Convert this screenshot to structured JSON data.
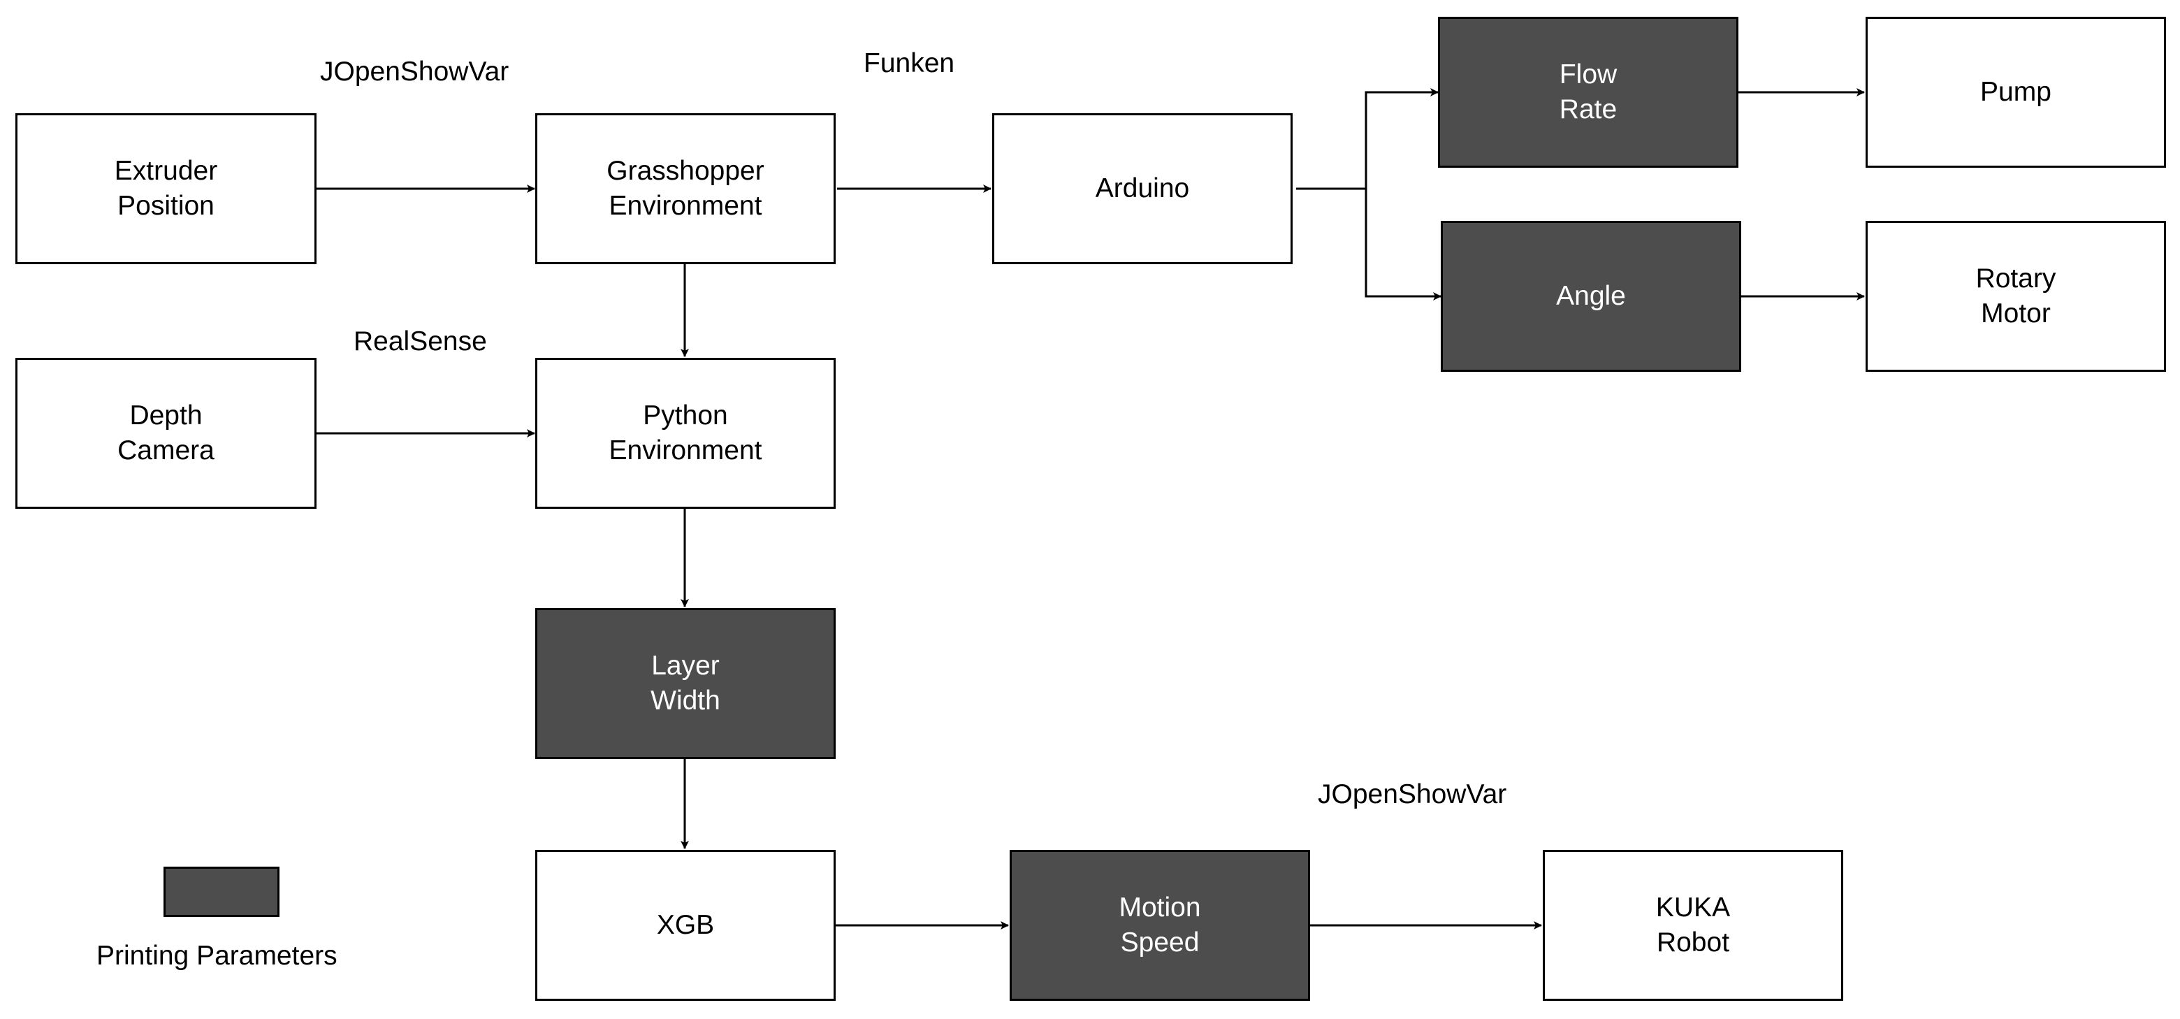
{
  "nodes": {
    "extruder": {
      "lines": [
        "Extruder",
        "Position"
      ],
      "kind": "normal"
    },
    "grasshopper": {
      "lines": [
        "Grasshopper",
        "Environment"
      ],
      "kind": "normal"
    },
    "arduino": {
      "lines": [
        "Arduino"
      ],
      "kind": "normal"
    },
    "flow_rate": {
      "lines": [
        "Flow",
        "Rate"
      ],
      "kind": "parameter"
    },
    "pump": {
      "lines": [
        "Pump"
      ],
      "kind": "normal"
    },
    "angle": {
      "lines": [
        "Angle"
      ],
      "kind": "parameter"
    },
    "rotary_motor": {
      "lines": [
        "Rotary",
        "Motor"
      ],
      "kind": "normal"
    },
    "depth_camera": {
      "lines": [
        "Depth",
        "Camera"
      ],
      "kind": "normal"
    },
    "python": {
      "lines": [
        "Python",
        "Environment"
      ],
      "kind": "normal"
    },
    "layer_width": {
      "lines": [
        "Layer",
        "Width"
      ],
      "kind": "parameter"
    },
    "xgb": {
      "lines": [
        "XGB"
      ],
      "kind": "normal"
    },
    "motion_speed": {
      "lines": [
        "Motion",
        "Speed"
      ],
      "kind": "parameter"
    },
    "kuka": {
      "lines": [
        "KUKA",
        "Robot"
      ],
      "kind": "normal"
    }
  },
  "edge_labels": {
    "extruder_grasshopper": "JOpenShowVar",
    "grasshopper_arduino": "Funken",
    "depth_python": "RealSense",
    "motion_kuka": "JOpenShowVar"
  },
  "edges": [
    {
      "from": "extruder",
      "to": "grasshopper"
    },
    {
      "from": "grasshopper",
      "to": "arduino"
    },
    {
      "from": "arduino",
      "to": "flow_rate"
    },
    {
      "from": "arduino",
      "to": "angle"
    },
    {
      "from": "flow_rate",
      "to": "pump"
    },
    {
      "from": "angle",
      "to": "rotary_motor"
    },
    {
      "from": "grasshopper",
      "to": "python"
    },
    {
      "from": "depth_camera",
      "to": "python"
    },
    {
      "from": "python",
      "to": "layer_width"
    },
    {
      "from": "layer_width",
      "to": "xgb"
    },
    {
      "from": "xgb",
      "to": "motion_speed"
    },
    {
      "from": "motion_speed",
      "to": "kuka"
    }
  ],
  "legend": {
    "label": "Printing Parameters"
  },
  "colors": {
    "parameter_fill": "#4d4d4d",
    "normal_fill": "#ffffff",
    "stroke": "#000000"
  }
}
